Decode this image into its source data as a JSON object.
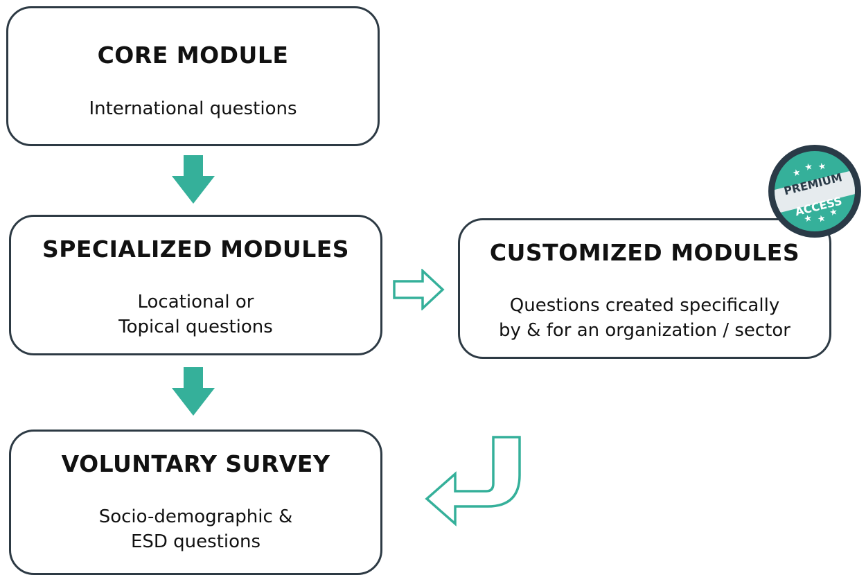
{
  "boxes": {
    "core": {
      "title": "CORE MODULE",
      "lines": [
        "International questions"
      ]
    },
    "specialized": {
      "title": "SPECIALIZED MODULES",
      "lines": [
        "Locational or",
        "Topical questions"
      ]
    },
    "customized": {
      "title": "CUSTOMIZED MODULES",
      "lines": [
        "Questions created specifically",
        "by & for an organization / sector"
      ]
    },
    "voluntary": {
      "title": "VOLUNTARY SURVEY",
      "lines": [
        "Socio-demographic &",
        "ESD questions"
      ]
    }
  },
  "badge": {
    "top_text": "PREMIUM",
    "bottom_text": "ACCESS"
  },
  "colors": {
    "arrow_fill": "#35b09a",
    "arrow_outline": "#35b09a",
    "box_border": "#2d3a44",
    "badge_dark": "#2a3a47",
    "badge_teal": "#35b09a",
    "badge_band": "#e6ebee"
  }
}
